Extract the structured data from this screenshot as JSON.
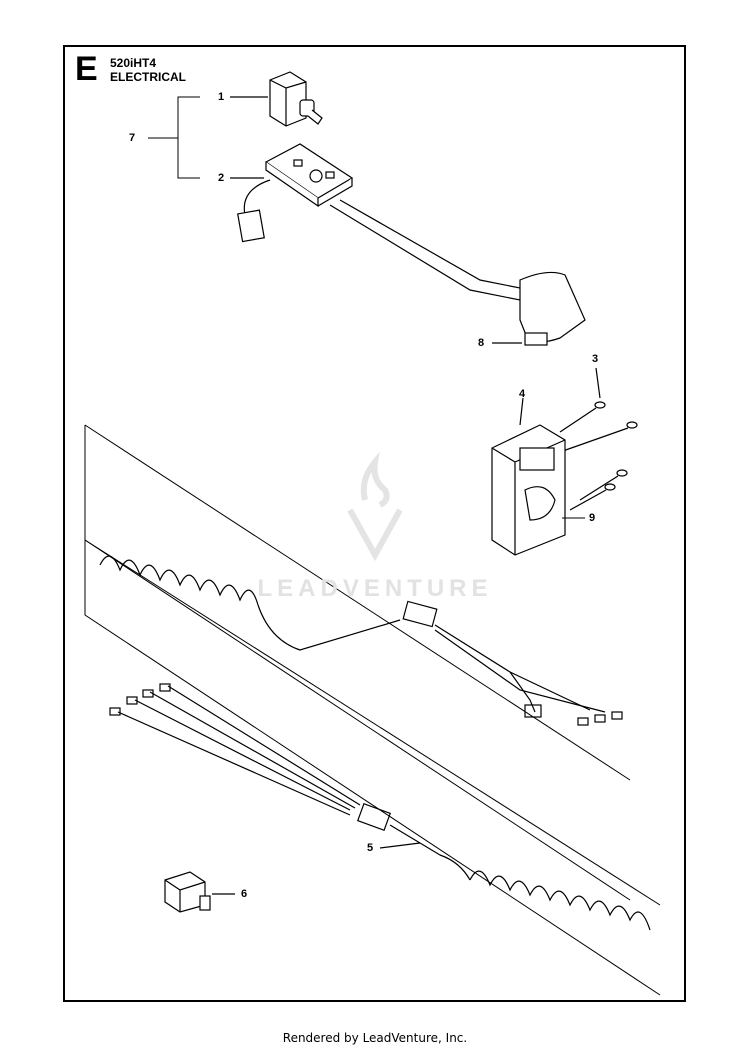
{
  "header": {
    "section": "E",
    "model": "520iHT4",
    "title": "ELECTRICAL"
  },
  "callouts": [
    {
      "id": "1",
      "label": "1"
    },
    {
      "id": "2",
      "label": "2"
    },
    {
      "id": "3",
      "label": "3"
    },
    {
      "id": "4",
      "label": "4"
    },
    {
      "id": "5",
      "label": "5"
    },
    {
      "id": "6",
      "label": "6"
    },
    {
      "id": "7",
      "label": "7"
    },
    {
      "id": "8",
      "label": "8"
    },
    {
      "id": "9",
      "label": "9"
    }
  ],
  "watermark": "LEADVENTURE",
  "footer": "Rendered by LeadVenture, Inc."
}
